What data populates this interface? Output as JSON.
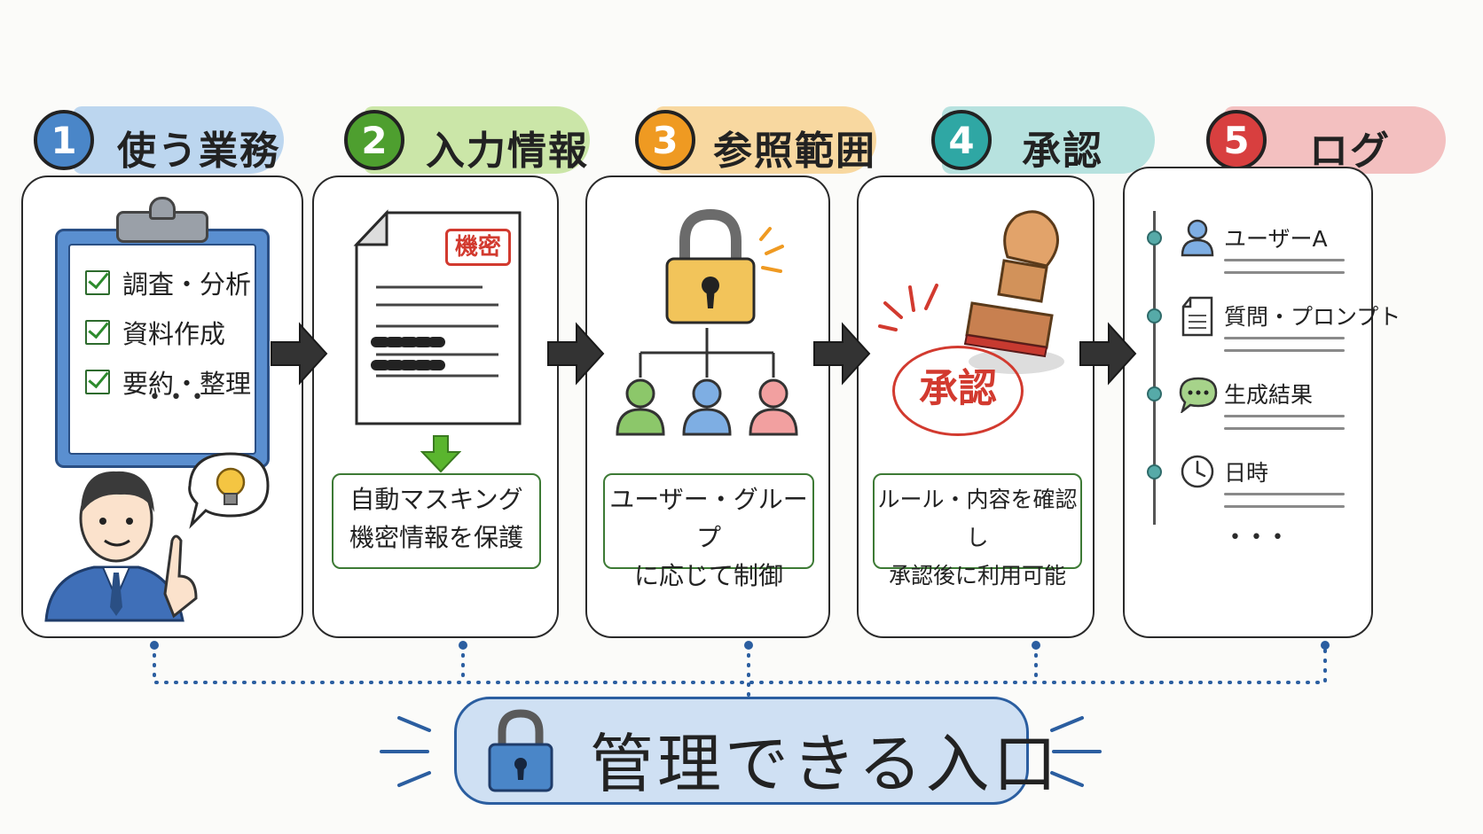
{
  "steps": [
    {
      "num": "1",
      "title": "使う業務",
      "color": "#4a86c8",
      "band": "#bcd6ef"
    },
    {
      "num": "2",
      "title": "入力情報",
      "color": "#4e9f2f",
      "band": "#cbe6a8"
    },
    {
      "num": "3",
      "title": "参照範囲",
      "color": "#ef9a22",
      "band": "#f8d8a0"
    },
    {
      "num": "4",
      "title": "承認",
      "color": "#2fa7a4",
      "band": "#b7e2df"
    },
    {
      "num": "5",
      "title": "ログ",
      "color": "#d83f3f",
      "band": "#f3c0c0"
    }
  ],
  "card1": {
    "items": [
      "調査・分析",
      "資料作成",
      "要約・整理"
    ],
    "more": "• • •"
  },
  "card2": {
    "stamp": "機密",
    "box_line1": "自動マスキング",
    "box_line2": "機密情報を保護"
  },
  "card3": {
    "box_line1": "ユーザー・グループ",
    "box_line2": "に応じて制御"
  },
  "card4": {
    "stamp": "承認",
    "box_line1": "ルール・内容を確認し",
    "box_line2": "承認後に利用可能"
  },
  "card5": {
    "entries": [
      "ユーザーA",
      "質問・プロンプト",
      "生成結果",
      "日時"
    ],
    "more": "• • •"
  },
  "footer": {
    "label": "管理できる入口"
  },
  "colors": {
    "frame": "#2a2a2a",
    "green_box": "#3d7a35",
    "dotted": "#2b5ea0",
    "stamp_red": "#d23a2f"
  }
}
